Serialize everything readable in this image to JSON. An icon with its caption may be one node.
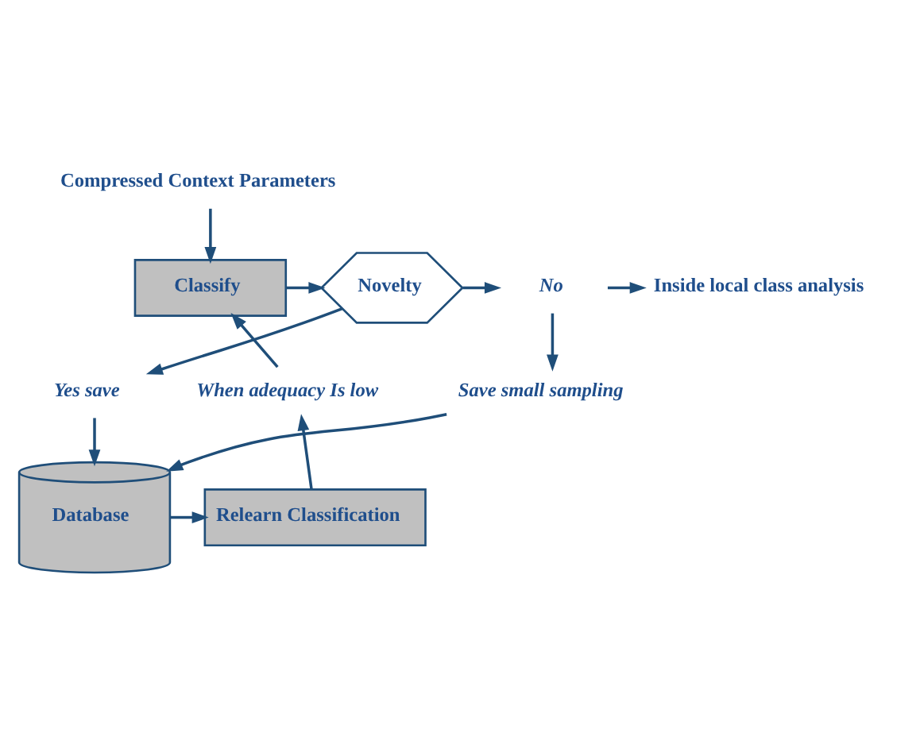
{
  "diagram": {
    "nodes": [
      {
        "text": [
          "Compressed Context Parameters"
        ]
      },
      {
        "text": [
          "Classify"
        ]
      },
      {
        "text": [
          "Novelty"
        ]
      },
      {
        "text": [
          "No"
        ]
      },
      {
        "text": [
          "Inside local class analysis"
        ]
      },
      {
        "text": [
          "Save small sampling"
        ]
      },
      {
        "text": [
          "Yes save"
        ]
      },
      {
        "text": [
          "Database"
        ]
      },
      {
        "text": [
          "Relearn Classification"
        ]
      },
      {
        "text": [
          "When adequacy Is low"
        ]
      }
    ],
    "edges": [
      {
        "from": 0,
        "to": 1,
        "arrow": "to"
      },
      {
        "from": 1,
        "to": 2,
        "arrow": "to"
      },
      {
        "from": 2,
        "to": 3,
        "arrow": "to"
      },
      {
        "from": 3,
        "to": 4,
        "arrow": "to"
      },
      {
        "from": 3,
        "to": 5,
        "arrow": "to"
      },
      {
        "from": 5,
        "to": 7,
        "arrow": "to"
      },
      {
        "from": 2,
        "to": 6,
        "arrow": "to"
      },
      {
        "from": 6,
        "to": 7,
        "arrow": "to"
      },
      {
        "from": 7,
        "to": 8,
        "arrow": "to"
      },
      {
        "from": 8,
        "to": 9,
        "arrow": "to"
      },
      {
        "from": 9,
        "to": 1,
        "arrow": "to"
      }
    ]
  }
}
